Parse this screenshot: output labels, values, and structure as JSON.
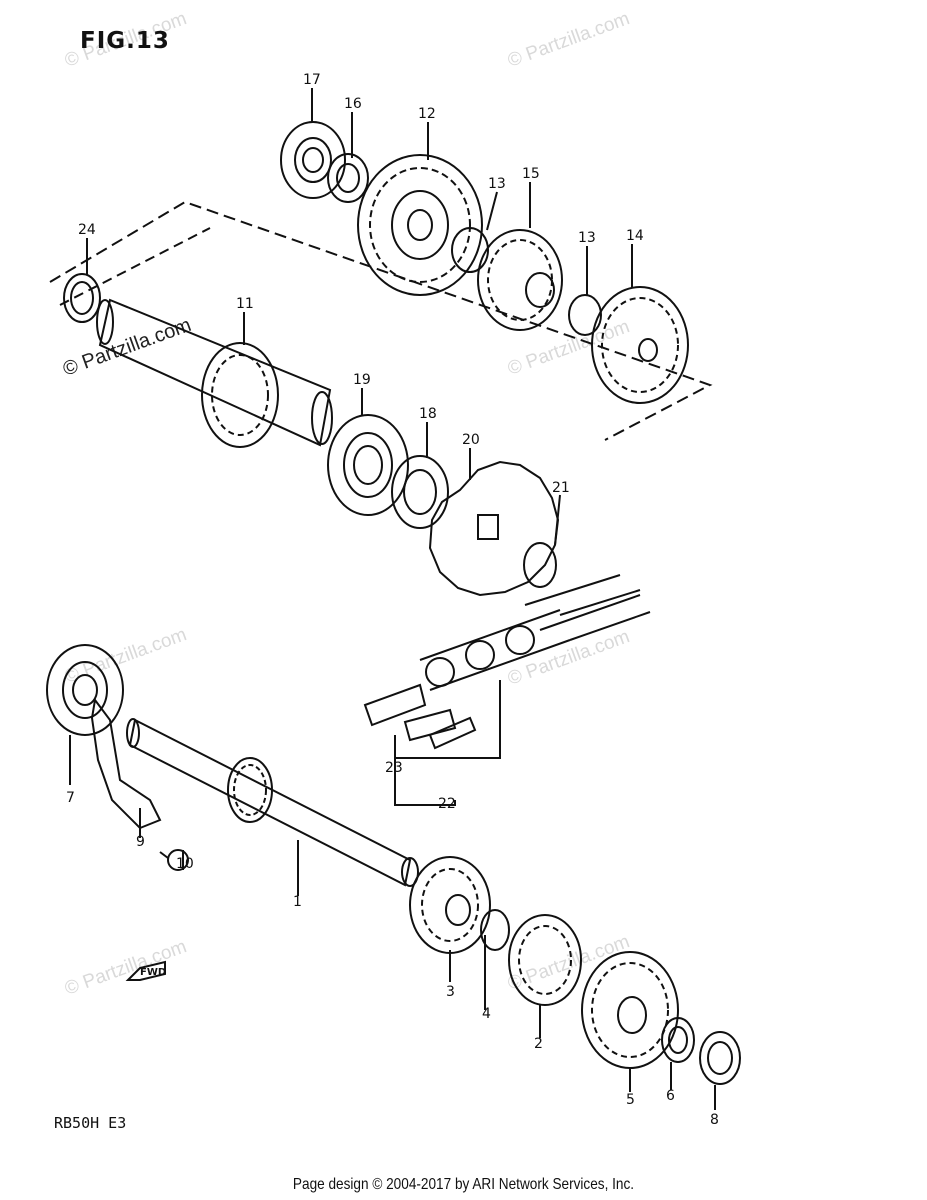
{
  "figure": {
    "title": "FIG.13",
    "model_code": "RB50H  E3"
  },
  "footer": {
    "copyright": "Page design © 2004-2017 by ARI Network Services, Inc."
  },
  "watermark": {
    "text": "© Partzilla.com"
  },
  "fwd_label": "FWD",
  "callouts": [
    "17",
    "16",
    "12",
    "13",
    "15",
    "13",
    "14",
    "24",
    "11",
    "19",
    "18",
    "20",
    "21",
    "23",
    "22",
    "7",
    "9",
    "10",
    "1",
    "3",
    "4",
    "2",
    "5",
    "6",
    "8"
  ]
}
